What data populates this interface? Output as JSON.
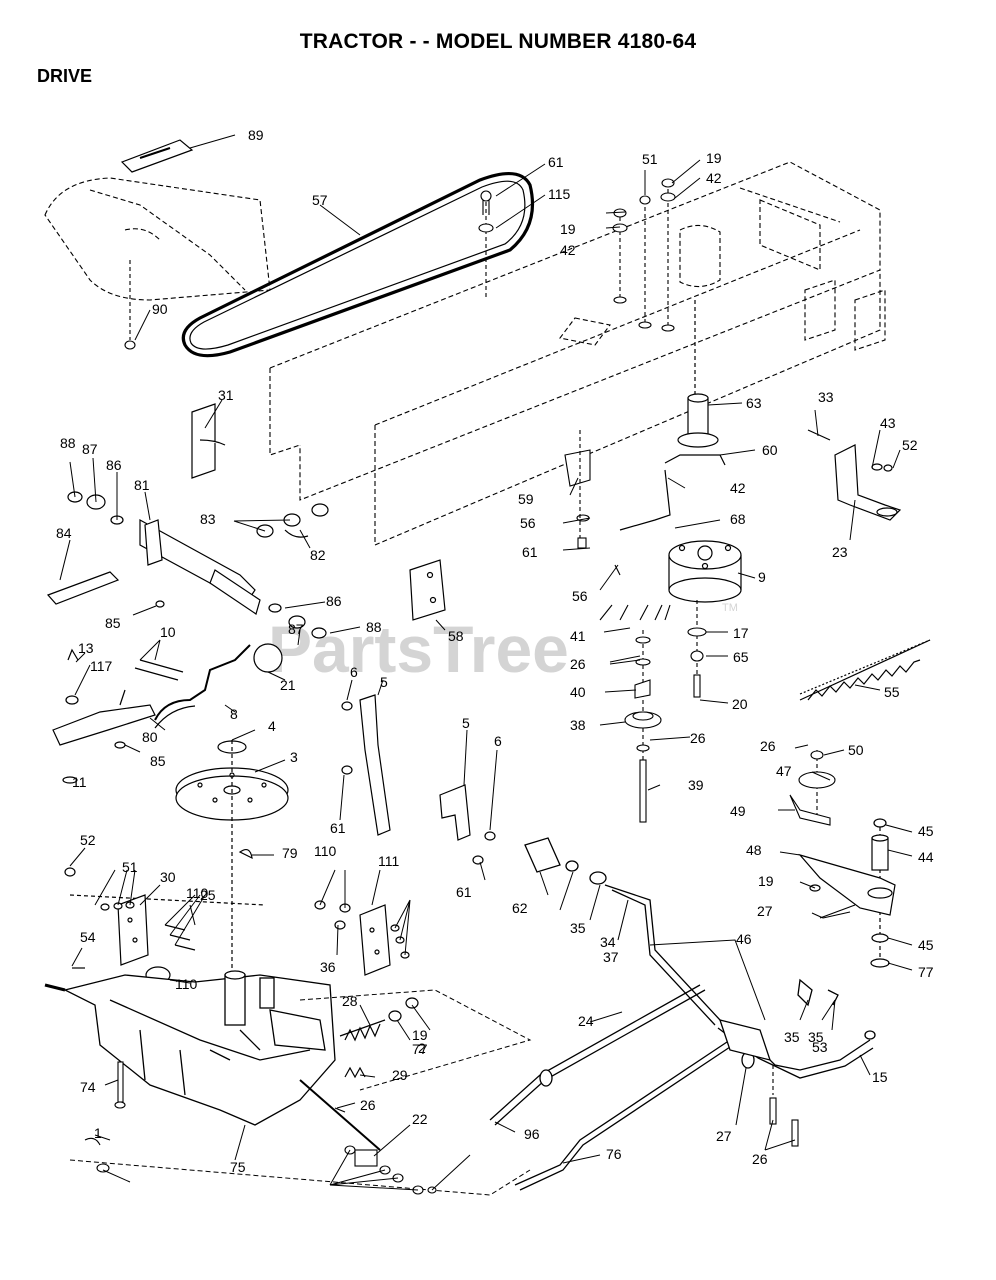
{
  "header": {
    "title": "TRACTOR - - MODEL NUMBER 4180-64",
    "section": "DRIVE"
  },
  "watermark": {
    "text": "PartsTree",
    "mark": "TM",
    "color": "#d4d4d4"
  },
  "colors": {
    "ink": "#000000",
    "background": "#ffffff"
  },
  "callouts": [
    "89",
    "57",
    "61",
    "115",
    "51",
    "19",
    "42",
    "19",
    "42",
    "90",
    "31",
    "63",
    "33",
    "43",
    "52",
    "60",
    "88",
    "87",
    "86",
    "81",
    "83",
    "82",
    "59",
    "56",
    "42",
    "68",
    "61",
    "84",
    "23",
    "9",
    "85",
    "86",
    "56",
    "10",
    "88",
    "58",
    "17",
    "13",
    "41",
    "117",
    "87",
    "26",
    "65",
    "21",
    "40",
    "20",
    "55",
    "8",
    "38",
    "80",
    "26",
    "6",
    "5",
    "4",
    "50",
    "26",
    "85",
    "5",
    "47",
    "6",
    "11",
    "3",
    "39",
    "49",
    "45",
    "61",
    "79",
    "48",
    "44",
    "52",
    "110",
    "111",
    "62",
    "51",
    "19",
    "30",
    "110",
    "61",
    "35",
    "45",
    "27",
    "35",
    "34",
    "37",
    "46",
    "77",
    "54",
    "110",
    "25",
    "36",
    "28",
    "35",
    "24",
    "53",
    "19",
    "2",
    "15",
    "77",
    "29",
    "74",
    "26",
    "96",
    "22",
    "27",
    "1",
    "76",
    "26",
    "75"
  ]
}
